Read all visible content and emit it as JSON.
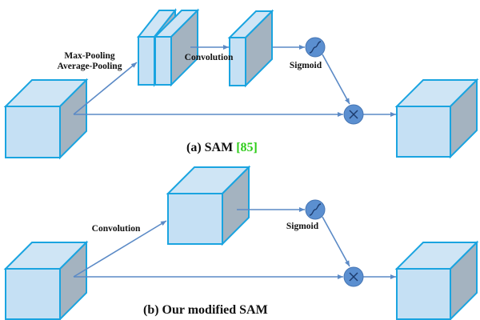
{
  "colors": {
    "cube_front": "#c5e0f4",
    "cube_top": "#cfe5f5",
    "cube_side": "#a4b3c0",
    "cube_edge": "#1aa4e0",
    "arrow": "#5b8ac6",
    "op_circle": "#5b8fd0",
    "op_circle_edge": "#4676b4",
    "op_glyph": "#1d3c6e",
    "citation": "#2ecc1a"
  },
  "panel_a": {
    "pool_label_line1": "Max-Pooling",
    "pool_label_line2": "Average-Pooling",
    "conv_label": "Convolution",
    "sigmoid_label": "Sigmoid",
    "caption_prefix": "(a) SAM ",
    "caption_citation": "[85]",
    "sigmoid_icon": "sigmoid-curve",
    "multiply_icon": "multiply-x"
  },
  "panel_b": {
    "conv_label": "Convolution",
    "sigmoid_label": "Sigmoid",
    "caption": "(b) Our modified SAM",
    "sigmoid_icon": "sigmoid-curve",
    "multiply_icon": "multiply-x"
  }
}
